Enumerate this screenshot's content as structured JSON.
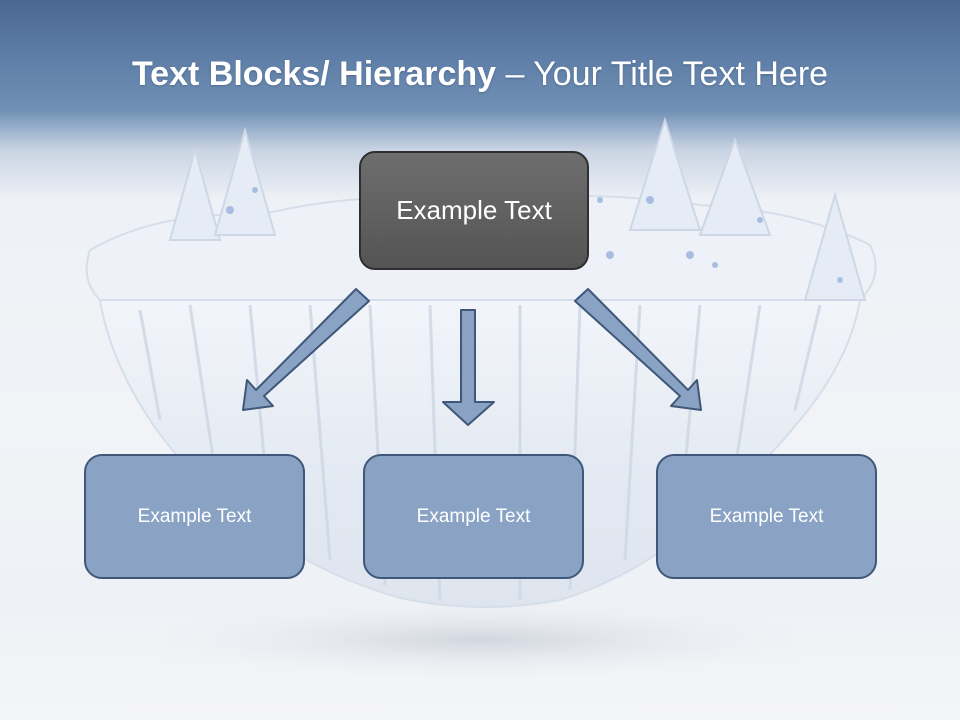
{
  "slide": {
    "title_bold": "Text Blocks/ Hierarchy",
    "title_separator": " – ",
    "title_rest": "Your Title Text Here"
  },
  "diagram": {
    "top_box": {
      "label": "Example Text"
    },
    "children": [
      {
        "label": "Example Text"
      },
      {
        "label": "Example Text"
      },
      {
        "label": "Example Text"
      }
    ]
  },
  "colors": {
    "header_blue": "#5f7fa8",
    "top_box_fill": "#616161",
    "child_box_fill": "#8aa3c5",
    "child_box_border": "#3f5778",
    "arrow_fill": "#8aa3c5"
  },
  "background": {
    "image_icon": "snowy-floating-island-image"
  }
}
